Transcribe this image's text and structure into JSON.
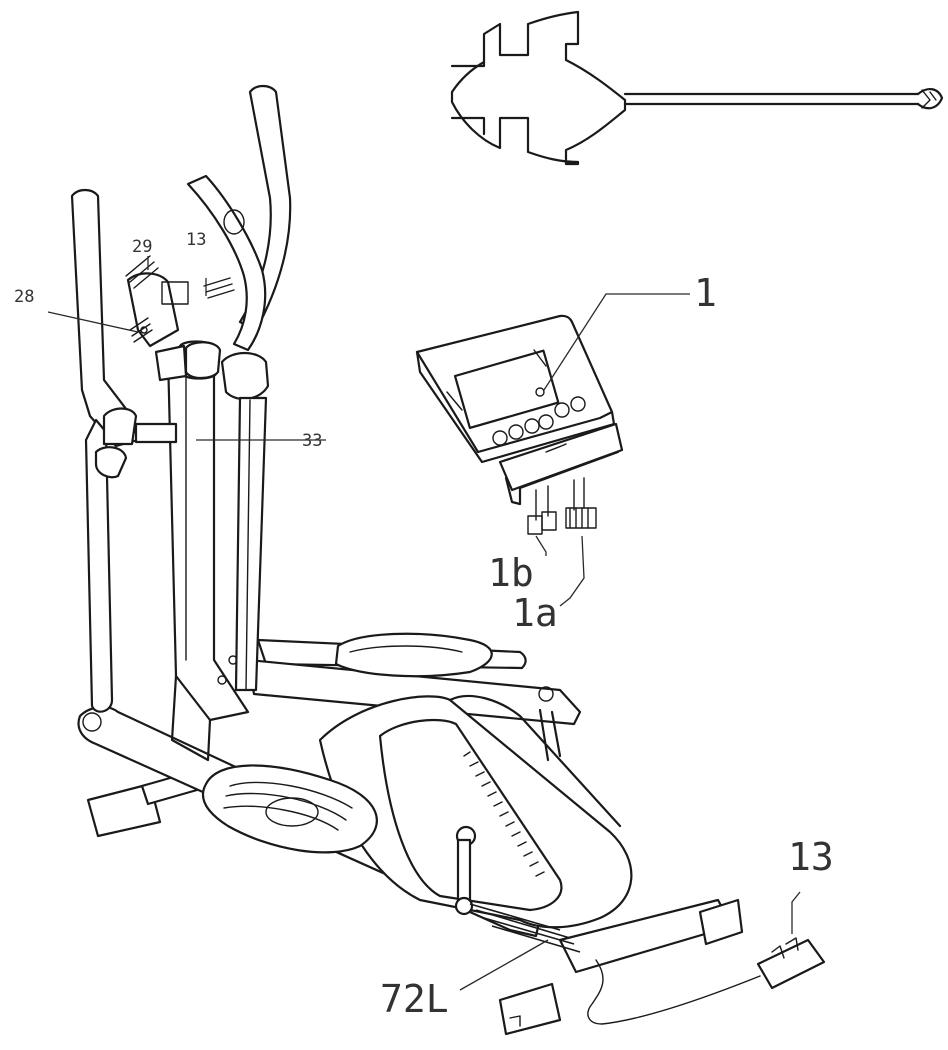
{
  "labels": {
    "part_1": "1",
    "part_1b": "1b",
    "part_1a": "1a",
    "part_13_bottom": "13",
    "part_72l": "72L",
    "part_13_top": "13",
    "part_29": "29",
    "part_28": "28",
    "part_33": "33"
  }
}
